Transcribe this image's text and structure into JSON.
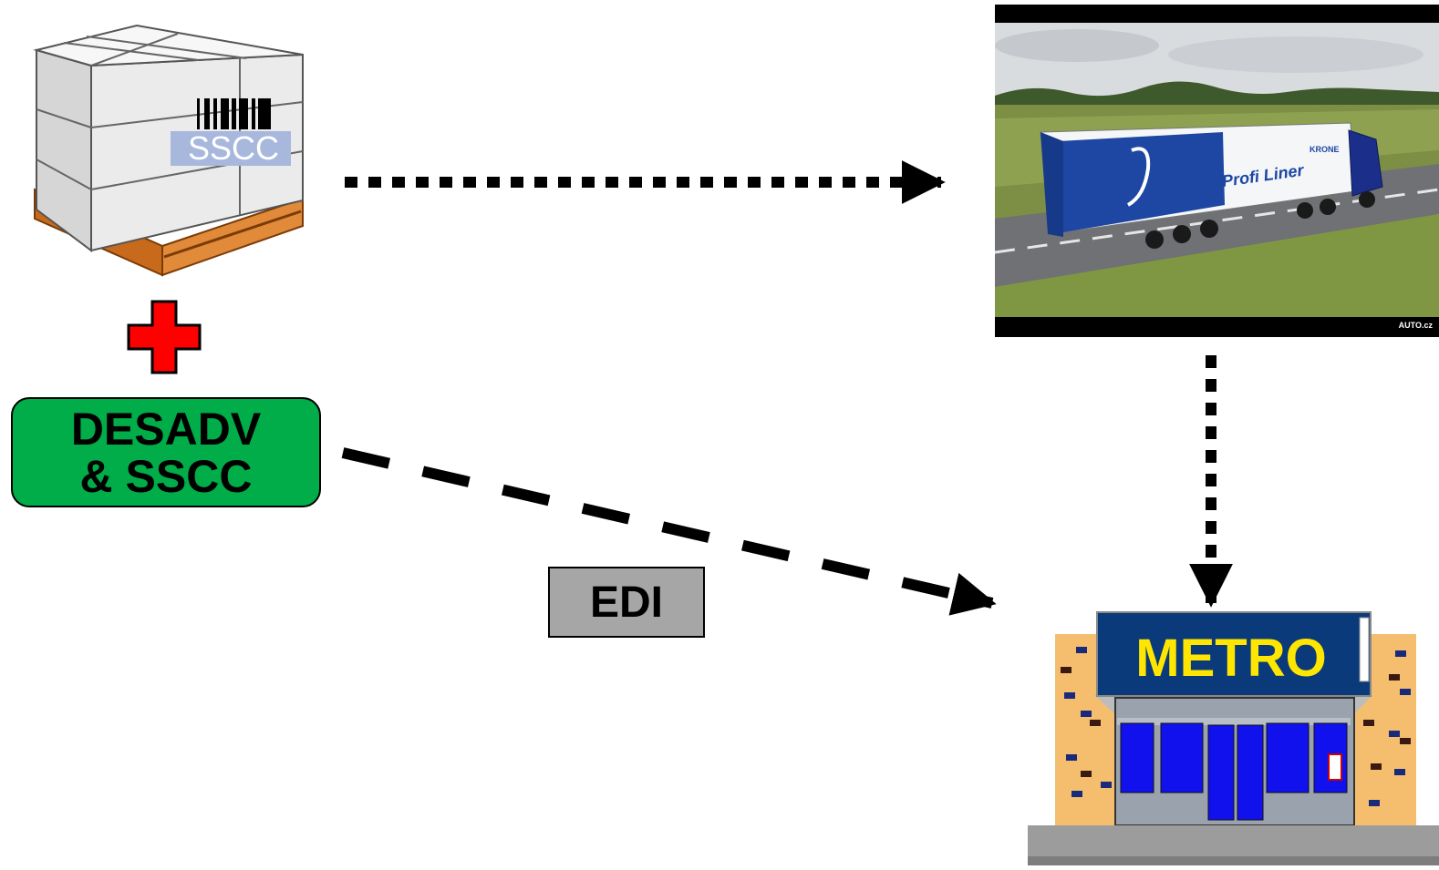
{
  "pallet": {
    "label": "SSCC"
  },
  "message_box": {
    "line1": "DESADV",
    "line2": "& SSCC"
  },
  "channel_box": {
    "label": "EDI"
  },
  "truck": {
    "trailer_text": "Profi Liner",
    "brand_text": "KRONE",
    "watermark": "AUTO.cz"
  },
  "store": {
    "sign_text": "METRO"
  },
  "colors": {
    "message_box": "#00ad48",
    "channel_box": "#a6a6a6",
    "plus": "#ff0000",
    "store_sign_bg": "#0a3a7a",
    "store_sign_text": "#ffe600",
    "store_wall": "#f5be6e",
    "store_windows": "#1111ee"
  }
}
